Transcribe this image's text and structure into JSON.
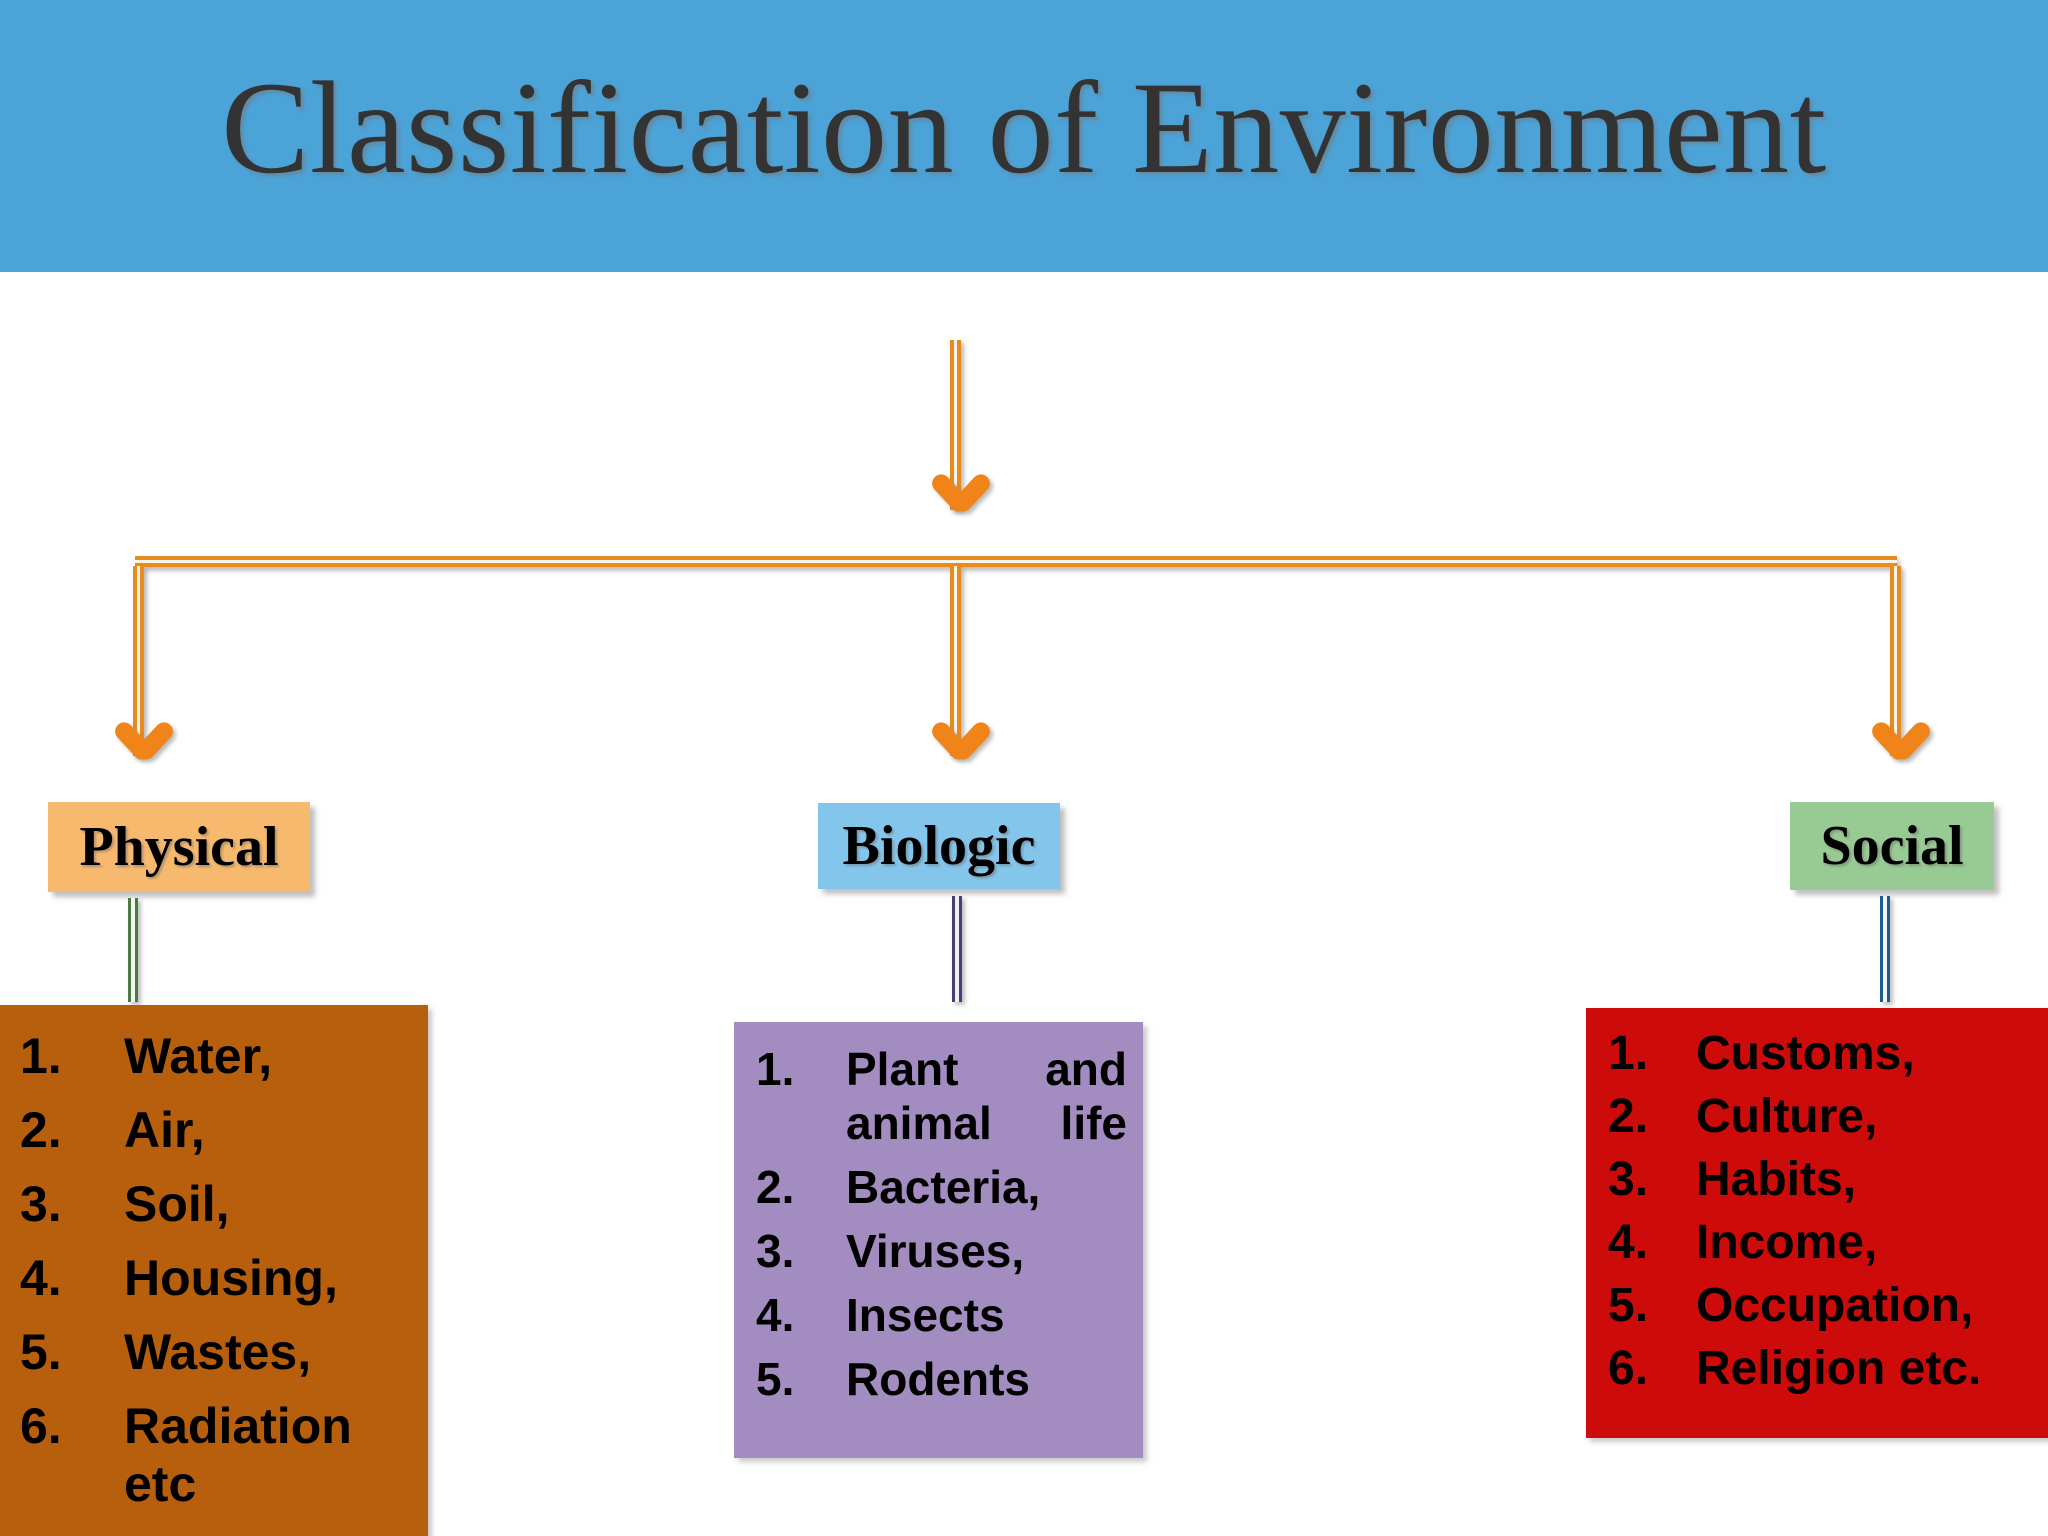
{
  "slide": {
    "title": "Classification of Environment",
    "title_bar_color": "#4BA3D8",
    "background_color": "#FFFFFF"
  },
  "connector": {
    "color": "#E98B1E",
    "root_arrow_name": "root-down-arrow",
    "branch_arrow_names": [
      "physical-down-arrow",
      "biologic-down-arrow",
      "social-down-arrow"
    ]
  },
  "categories": [
    {
      "key": "physical",
      "label": "Physical",
      "box_color": "#F7B96E",
      "stem_color": "#4B7A42",
      "list_color": "#B85F0D",
      "items": [
        {
          "num": "1.",
          "text": "Water,"
        },
        {
          "num": "2.",
          "text": "Air,"
        },
        {
          "num": "3.",
          "text": "Soil,"
        },
        {
          "num": "4.",
          "text": "Housing,"
        },
        {
          "num": "5.",
          "text": "Wastes,"
        },
        {
          "num": "6.",
          "text": "Radiation etc"
        }
      ]
    },
    {
      "key": "biologic",
      "label": "Biologic",
      "box_color": "#84C6EB",
      "stem_color": "#4B3C7A",
      "list_color": "#A38CC0",
      "items": [
        {
          "num": "1.",
          "text": "Plant and animal life"
        },
        {
          "num": "2.",
          "text": "Bacteria,"
        },
        {
          "num": "3.",
          "text": "Viruses,"
        },
        {
          "num": "4.",
          "text": " Insects"
        },
        {
          "num": "5.",
          "text": "Rodents"
        }
      ]
    },
    {
      "key": "social",
      "label": "Social",
      "box_color": "#98CA93",
      "stem_color": "#1F5B86",
      "list_color": "#CE0B0B",
      "items": [
        {
          "num": "1.",
          "text": "Customs,"
        },
        {
          "num": "2.",
          "text": "Culture,"
        },
        {
          "num": "3.",
          "text": "Habits,"
        },
        {
          "num": "4.",
          "text": "Income,"
        },
        {
          "num": "5.",
          "text": "Occupation,"
        },
        {
          "num": "6.",
          "text": "Religion etc."
        }
      ]
    }
  ]
}
